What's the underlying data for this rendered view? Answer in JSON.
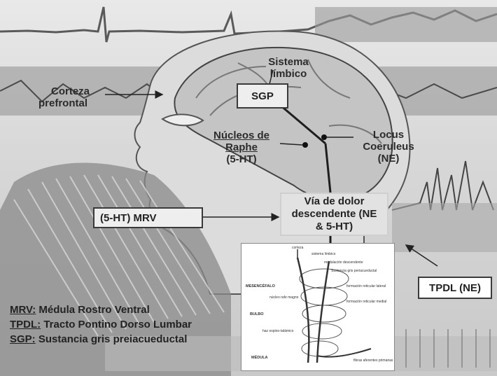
{
  "labels": {
    "sistema_limbico_line1": "Sistema",
    "sistema_limbico_line2": "límbico",
    "corteza_line1": "Corteza",
    "corteza_line2": "prefrontal",
    "sgp": "SGP",
    "nucleos_line1": "Núcleos de",
    "nucleos_line2": "Raphe",
    "nucleos_line3": "(5-HT)",
    "locus_line1": "Locus",
    "locus_line2": "Coeruleus",
    "locus_line3": "(NE)",
    "via_line1": "Vía de dolor",
    "via_line2": "descendente (NE",
    "via_line3": "& 5-HT)",
    "mrv_box": "(5-HT) MRV",
    "tpdl_box": "TPDL (NE)"
  },
  "legend": [
    {
      "abbr": "MRV:",
      "text": "Médula Rostro Ventral"
    },
    {
      "abbr": "TPDL:",
      "text": "Tracto Pontino Dorso Lumbar"
    },
    {
      "abbr": "SGP:",
      "text": "Sustancia gris preiacueductal"
    }
  ],
  "inset": {
    "corteza": "corteza",
    "sistema_limbico": "sistema límbico",
    "modulacion": "modulación descendente",
    "sustancia_gris": "Sustancia gris periacueductal",
    "mesencefalo": "MESENCÉFALO",
    "formacion_lateral": "formación reticular lateral",
    "nucleo_rafe": "núcleo rafe magno",
    "formacion_medial": "formación reticular medial",
    "bulbo": "BULBO",
    "haz_espino": "haz espino-talámico",
    "medula": "MÉDULA",
    "fibras": "fibras aferentes primarias"
  }
}
